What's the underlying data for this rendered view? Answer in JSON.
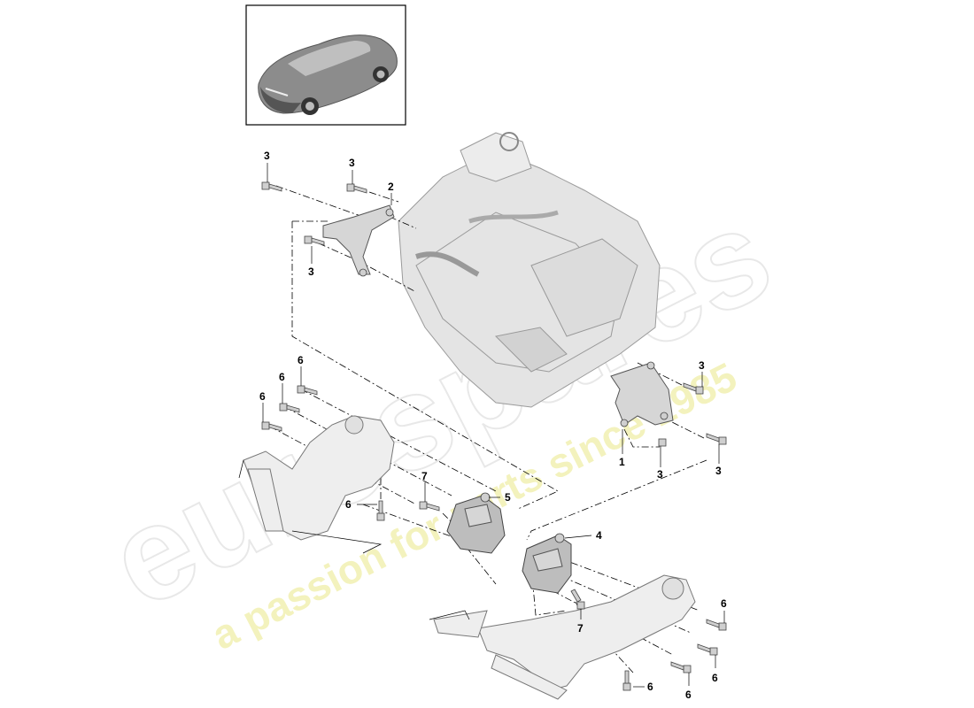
{
  "watermark": {
    "brand": "eurospares",
    "tagline": "a passion for parts since 1985"
  },
  "thumbnail": {
    "icon": "car-icon"
  },
  "callouts": [
    {
      "id": "c1",
      "label": "3"
    },
    {
      "id": "c2",
      "label": "3"
    },
    {
      "id": "c3",
      "label": "2"
    },
    {
      "id": "c4",
      "label": "3"
    },
    {
      "id": "c5",
      "label": "3"
    },
    {
      "id": "c6",
      "label": "1"
    },
    {
      "id": "c7",
      "label": "3"
    },
    {
      "id": "c8",
      "label": "3"
    },
    {
      "id": "c9",
      "label": "6"
    },
    {
      "id": "c10",
      "label": "6"
    },
    {
      "id": "c11",
      "label": "6"
    },
    {
      "id": "c12",
      "label": "7"
    },
    {
      "id": "c13",
      "label": "5"
    },
    {
      "id": "c14",
      "label": "6"
    },
    {
      "id": "c15",
      "label": "4"
    },
    {
      "id": "c16",
      "label": "7"
    },
    {
      "id": "c17",
      "label": "6"
    },
    {
      "id": "c18",
      "label": "6"
    },
    {
      "id": "c19",
      "label": "6"
    },
    {
      "id": "c20",
      "label": "6"
    }
  ]
}
